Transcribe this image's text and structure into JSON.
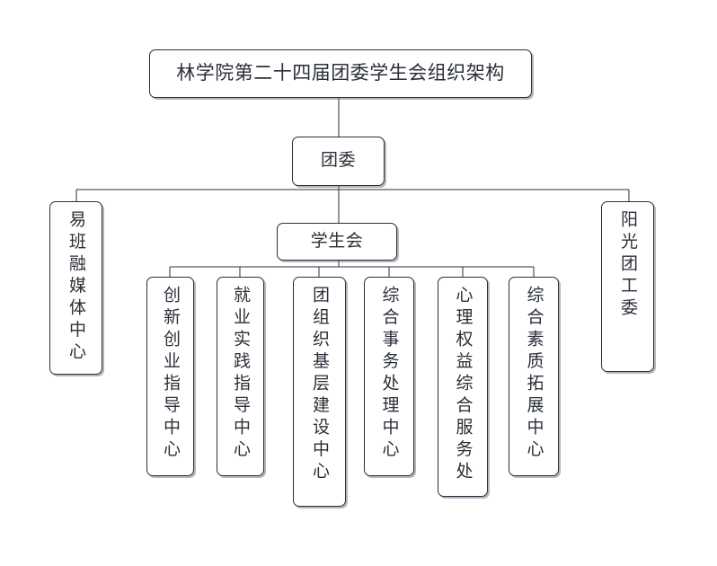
{
  "diagram": {
    "type": "organizational-chart",
    "orientation": "top-down",
    "line_color": "#2b2f38",
    "background_color": "#ffffff",
    "title": "林学院第二十四届团委学生会组织架构",
    "levels": [
      {
        "level": 1,
        "nodes": [
          {
            "id": "title",
            "label": "林学院第二十四届团委学生会组织架构",
            "text_direction": "horizontal"
          }
        ]
      },
      {
        "level": 2,
        "nodes": [
          {
            "id": "league",
            "label": "团委",
            "text_direction": "horizontal"
          }
        ]
      },
      {
        "level": 3,
        "nodes": [
          {
            "id": "yiban",
            "label": "易班融媒体中心",
            "text_direction": "vertical"
          },
          {
            "id": "union",
            "label": "学生会",
            "text_direction": "horizontal"
          },
          {
            "id": "sunshine",
            "label": "阳光团工委",
            "text_direction": "vertical"
          }
        ]
      },
      {
        "level": 4,
        "parent": "union",
        "nodes": [
          {
            "id": "dept-0",
            "label": "创新创业指导中心",
            "text_direction": "vertical"
          },
          {
            "id": "dept-1",
            "label": "就业实践指导中心",
            "text_direction": "vertical"
          },
          {
            "id": "dept-2",
            "label": "团组织基层建设中心",
            "text_direction": "vertical"
          },
          {
            "id": "dept-3",
            "label": "综合事务处理中心",
            "text_direction": "vertical"
          },
          {
            "id": "dept-4",
            "label": "心理权益综合服务处",
            "text_direction": "vertical"
          },
          {
            "id": "dept-5",
            "label": "综合素质拓展中心",
            "text_direction": "vertical"
          }
        ]
      }
    ]
  }
}
